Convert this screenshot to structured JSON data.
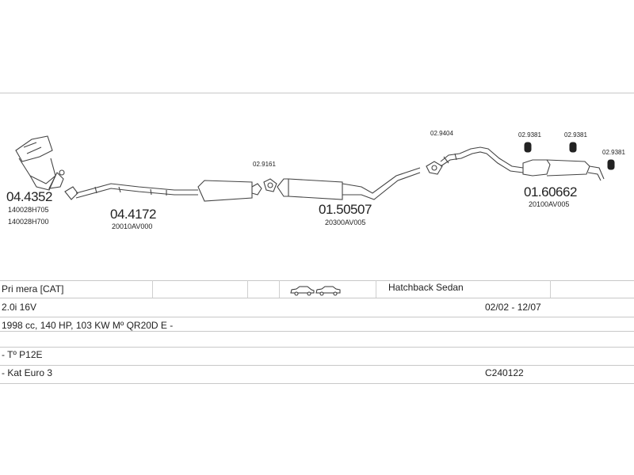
{
  "parts": {
    "catalytic_converter": {
      "code": "04.4352",
      "refs": [
        "140028H705",
        "140028H700"
      ]
    },
    "front_pipe": {
      "code": "04.4172",
      "ref": "20010AV000"
    },
    "gasket_front": {
      "code": "02.9161"
    },
    "middle_silencer": {
      "code": "01.50507",
      "ref": "20300AV005"
    },
    "gasket_mid": {
      "code": "02.9404"
    },
    "rear_silencer": {
      "code": "01.60662",
      "ref": "20100AV005"
    },
    "rubber_mount_1": {
      "code": "02.9381"
    },
    "rubber_mount_2": {
      "code": "02.9381"
    },
    "rubber_mount_3": {
      "code": "02.9381"
    }
  },
  "table": {
    "model": "Pri mera  [CAT]",
    "body_types": "Hatchback Sedan",
    "engine": "2.0i 16V",
    "production": "02/02 - 12/07",
    "spec": "1998 cc, 140 HP, 103 KW Mº QR20D E -",
    "type": "- Tº P12E",
    "emission": "- Kat Euro 3",
    "code": "C240122"
  },
  "icons": {
    "body_icon": "car-hatchback-sedan-icon"
  },
  "colors": {
    "line": "#444444",
    "rule": "#c8c8c8",
    "text": "#222222"
  }
}
